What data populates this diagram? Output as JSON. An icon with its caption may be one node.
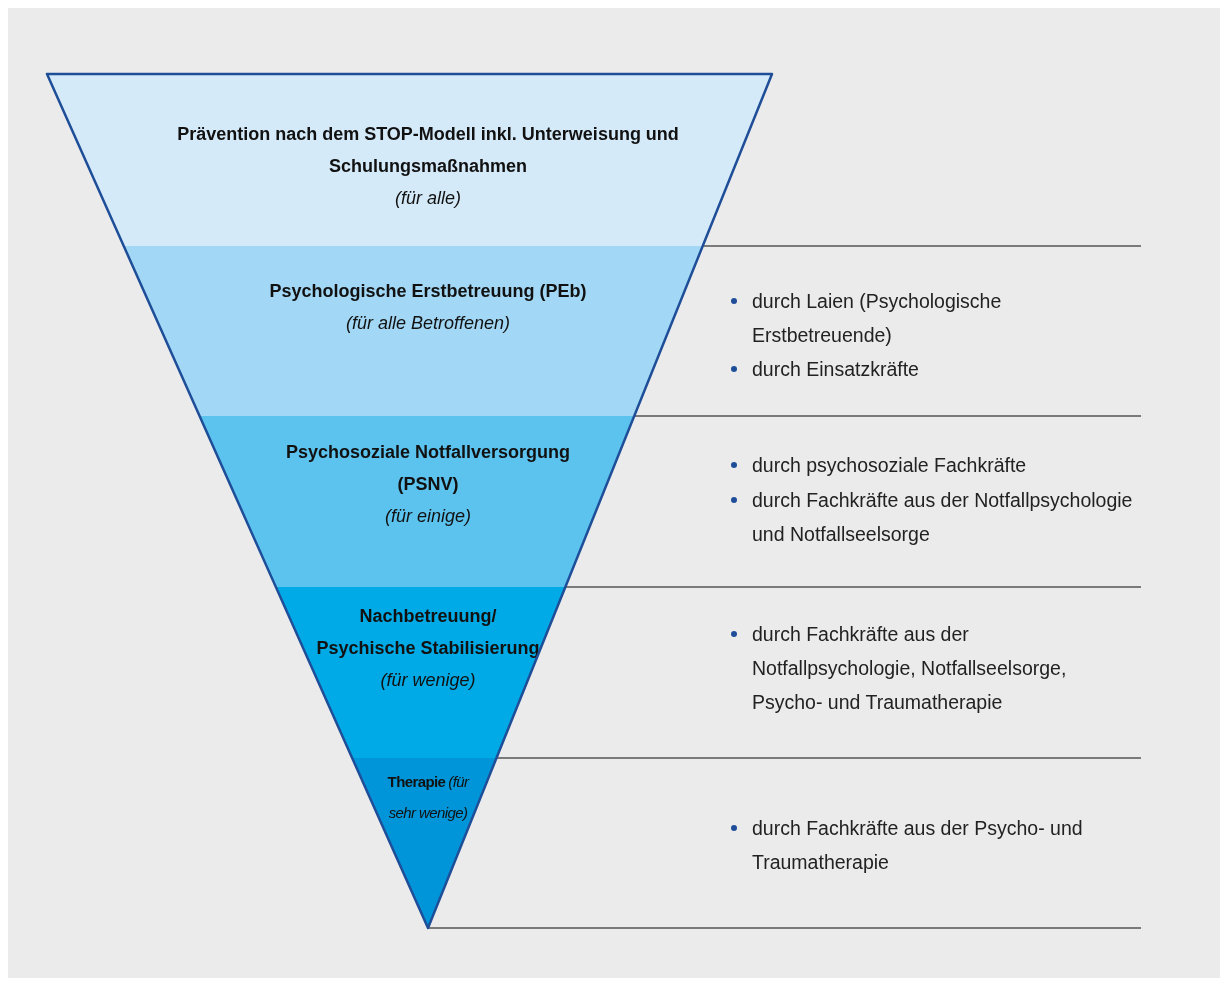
{
  "diagram": {
    "nodes": [
      {
        "text": [
          "Prävention nach dem STOP-Modell inkl. Unterweisung und Schulungsmaßnahmen",
          "(für alle)"
        ]
      },
      {
        "text": [
          "Psychologische Erstbetreuung (PEb)",
          "(für alle Betroffenen)"
        ]
      },
      {
        "text": [
          "Psychosoziale Notfallversorgung (PSNV)",
          "(für einige)"
        ]
      },
      {
        "text": [
          "Nachbetreuung/ Psychische Stabilisierung",
          "(für wenige)"
        ]
      },
      {
        "text": [
          "Therapie",
          "(für sehr wenige)"
        ]
      }
    ],
    "labels": [
      "durch Laien (Psychologische Erstbetreuende)",
      "durch Einsatzkräfte",
      "durch psychosoziale Fachkräfte",
      "durch Fachkräfte aus der Notfallpsychologie und Notfallseelsorge",
      "durch Fachkräfte aus der Notfallpsychologie, Notfallseelsorge, Psycho- und Traumatherapie",
      "durch Fachkräfte aus der Psycho- und Traumatherapie"
    ]
  }
}
